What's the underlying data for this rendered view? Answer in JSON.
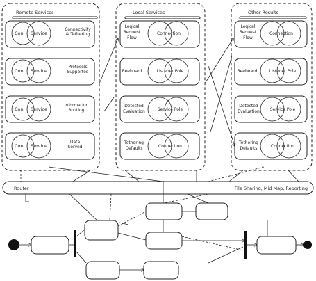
{
  "groups": [
    {
      "title": "Remote Services",
      "rows": [
        {
          "left": "Con",
          "mid": "Service",
          "right": [
            "Connectivity",
            "& Tethering"
          ]
        },
        {
          "left": "Con",
          "mid": "Service",
          "right": [
            "Protocols",
            "Supported"
          ]
        },
        {
          "left": "Con",
          "mid": "Service",
          "right": [
            "Information",
            "Routing"
          ]
        },
        {
          "left": "Con",
          "mid": "Service",
          "right": [
            "Data",
            "Served"
          ]
        }
      ]
    },
    {
      "title": "Local Services",
      "rows": [
        {
          "left": [
            "Logical",
            "Request",
            "Flow"
          ],
          "right": "Connection"
        },
        {
          "left": [
            "Reeboard"
          ],
          "right": "Listener Pole"
        },
        {
          "left": [
            "Detected",
            "Evaluation"
          ],
          "right": "Service Pole"
        },
        {
          "left": [
            "Tethering",
            "Defaults"
          ],
          "right": "Connection"
        }
      ]
    },
    {
      "title": "Other Results",
      "rows": [
        {
          "left": [
            "Logical",
            "Request",
            "Flow"
          ],
          "right": "Connection"
        },
        {
          "left": [
            "Reeboard"
          ],
          "right": "Listener Pole"
        },
        {
          "left": [
            "Detected",
            "Evaluation"
          ],
          "right": "Service Pole"
        },
        {
          "left": [
            "Tethering",
            "Defaults"
          ],
          "right": "Connection"
        }
      ]
    }
  ],
  "bus": {
    "left_label": "Router",
    "right_label": "File Sharing, Mid Map, Reporting"
  }
}
